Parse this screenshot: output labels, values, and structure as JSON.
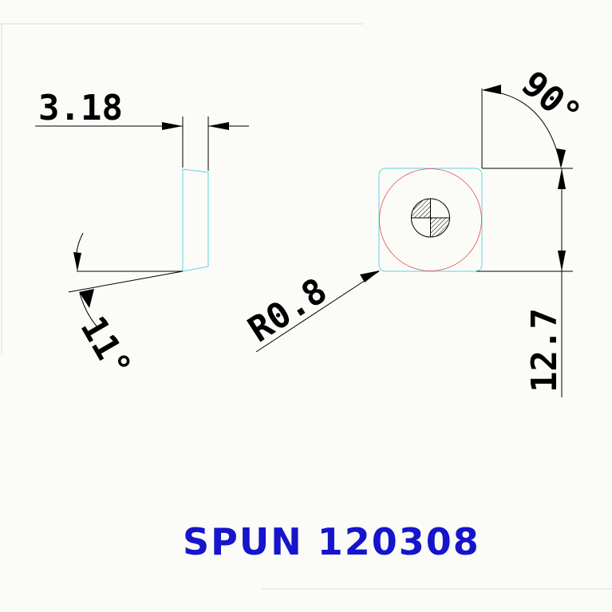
{
  "drawing": {
    "title": "SPUN 120308",
    "dimensions": {
      "thickness": "3.18",
      "clearance_angle": "11°",
      "corner_radius": "R0.8",
      "corner_angle": "90°",
      "inscribed_size": "12.7"
    }
  },
  "colors": {
    "background": "#fbfcf8",
    "dimension_lines": "#000000",
    "insert_outline": "#7fd8e8",
    "inscribed_circle": "#e05050",
    "title": "#1515cc"
  }
}
